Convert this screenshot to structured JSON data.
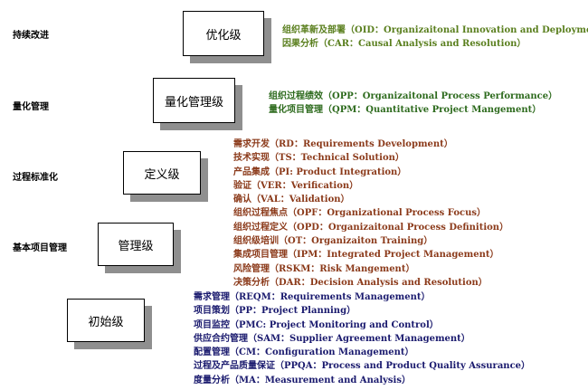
{
  "levels": [
    {
      "side_label": "持续改进",
      "box_label": "优化级",
      "color": "#5a7f1e",
      "items": [
        "组织革新及部署（OID：Organizaitonal Innovation and Deployment)",
        "因果分析（CAR：Causal Analysis and Resolution）"
      ]
    },
    {
      "side_label": "量化管理",
      "box_label": "量化管理级",
      "color": "#2e6b1e",
      "items": [
        "组织过程绩效（OPP：Organizaitonal Process Performance）",
        "量化项目管理（QPM：Quantitative Project Mangement）"
      ]
    },
    {
      "side_label": "过程标准化",
      "box_label": "定义级",
      "color": "#8b3a1a",
      "items": [
        "需求开发（RD：Requirements Development）",
        "技术实现（TS：Technical Solution）",
        "产品集成（PI: Product Integration）",
        "验证（VER：Verification）",
        "确认（VAL：Validation）",
        "组织过程焦点（OPF：Organizational Process Focus）",
        "组织过程定义（OPD：Organizaitonal Process Definition）",
        "组织级培训（OT：Organizaiton Training）",
        "集成项目管理（IPM：Integrated Project Management）",
        "风险管理（RSKM：Risk Mangement）",
        "决策分析（DAR：Decision Analysis and Resolution）"
      ]
    },
    {
      "side_label": "基本项目管理",
      "box_label": "管理级",
      "color": "#8b3a1a",
      "items": []
    },
    {
      "side_label": "",
      "box_label": "初始级",
      "color": "#1a1a6e",
      "items": [
        "需求管理（REQM：Requirements Management）",
        "项目策划（PP：Project Planning）",
        "项目监控（PMC: Project Monitoring and Control）",
        "供应合约管理（SAM：Supplier Agreement Management）",
        "配置管理（CM：Configuration Management）",
        "过程及产品质量保证（PPQA：Process and Product Quality Assurance）",
        "度量分析（MA：Measurement and Analysis）"
      ]
    }
  ]
}
